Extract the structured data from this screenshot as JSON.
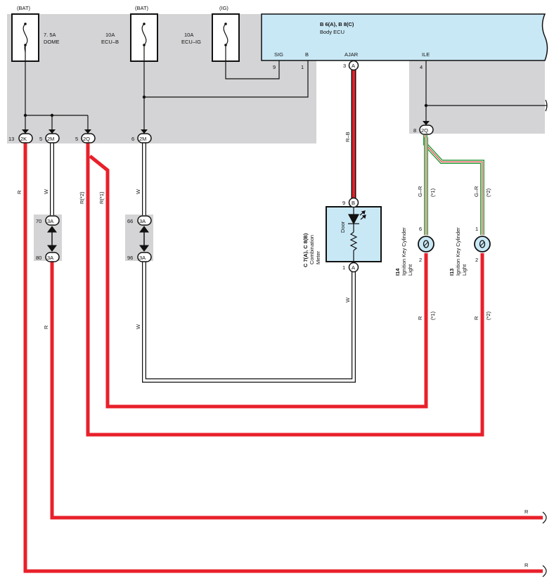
{
  "fuses": {
    "dome": {
      "source": "(BAT)",
      "rating": "7. 5A",
      "name": "DOME"
    },
    "ecu_b": {
      "source": "(BAT)",
      "rating": "10A",
      "name": "ECU–B"
    },
    "ecu_ig": {
      "source": "(IG)",
      "rating": "10A",
      "name": "ECU–IG"
    }
  },
  "body_ecu": {
    "connectors": "B 6(A), B 8(C)",
    "name": "Body ECU",
    "terminals": [
      {
        "label": "SIG",
        "pin": "9"
      },
      {
        "label": "B",
        "pin": "1"
      },
      {
        "label": "AJAR",
        "pin": "3",
        "connector": "A"
      },
      {
        "label": "ILE",
        "pin": "4"
      }
    ]
  },
  "junction_connectors": [
    {
      "pin": "13",
      "id": "2K"
    },
    {
      "pin": "5",
      "id": "2M"
    },
    {
      "pin": "5",
      "id": "2Q"
    },
    {
      "pin": "6",
      "id": "2M"
    },
    {
      "pin": "8",
      "id": "2Q"
    },
    {
      "pin": "70",
      "id": "3A"
    },
    {
      "pin": "80",
      "id": "3A"
    },
    {
      "pin": "66",
      "id": "3A"
    },
    {
      "pin": "96",
      "id": "3A"
    }
  ],
  "combination_meter": {
    "connectors": "C 7(A), C 8(B)",
    "name_line1": "Combination",
    "name_line2": "Meter",
    "indicator": "Door",
    "pin_top": "9",
    "conn_top": "B",
    "pin_bottom": "1",
    "conn_bottom": "A"
  },
  "lights": [
    {
      "id": "I14",
      "line1": "Ignition Key Cylinder",
      "line2": "Light",
      "pin_top": "6",
      "pin_bottom": "2",
      "symbol": "0"
    },
    {
      "id": "I13",
      "line1": "Ignition Key Cylinder",
      "line2": "Light",
      "pin_top": "1",
      "pin_bottom": "2",
      "symbol": "0"
    }
  ],
  "wire_labels": {
    "r_left": "R",
    "w_2m": "W",
    "r_star2": "R(*2)",
    "r_star1": "R(*1)",
    "w_ecu_b": "W",
    "rb": "R–B",
    "gr1": "G–R",
    "star1_a": "(*1)",
    "gr2": "G–R",
    "star2_a": "(*2)",
    "r_3a": "R",
    "w_low": "W",
    "w_meter": "W",
    "r_i14": "R",
    "star1_b": "(*1)",
    "r_i13": "R",
    "star2_b": "(*2)",
    "r_out1": "R",
    "r_out2": "R"
  },
  "colors": {
    "red": "#e8202a",
    "green": "#2e9e3e",
    "panel": "#d4d4d6",
    "ecu": "#c9e8f6"
  }
}
